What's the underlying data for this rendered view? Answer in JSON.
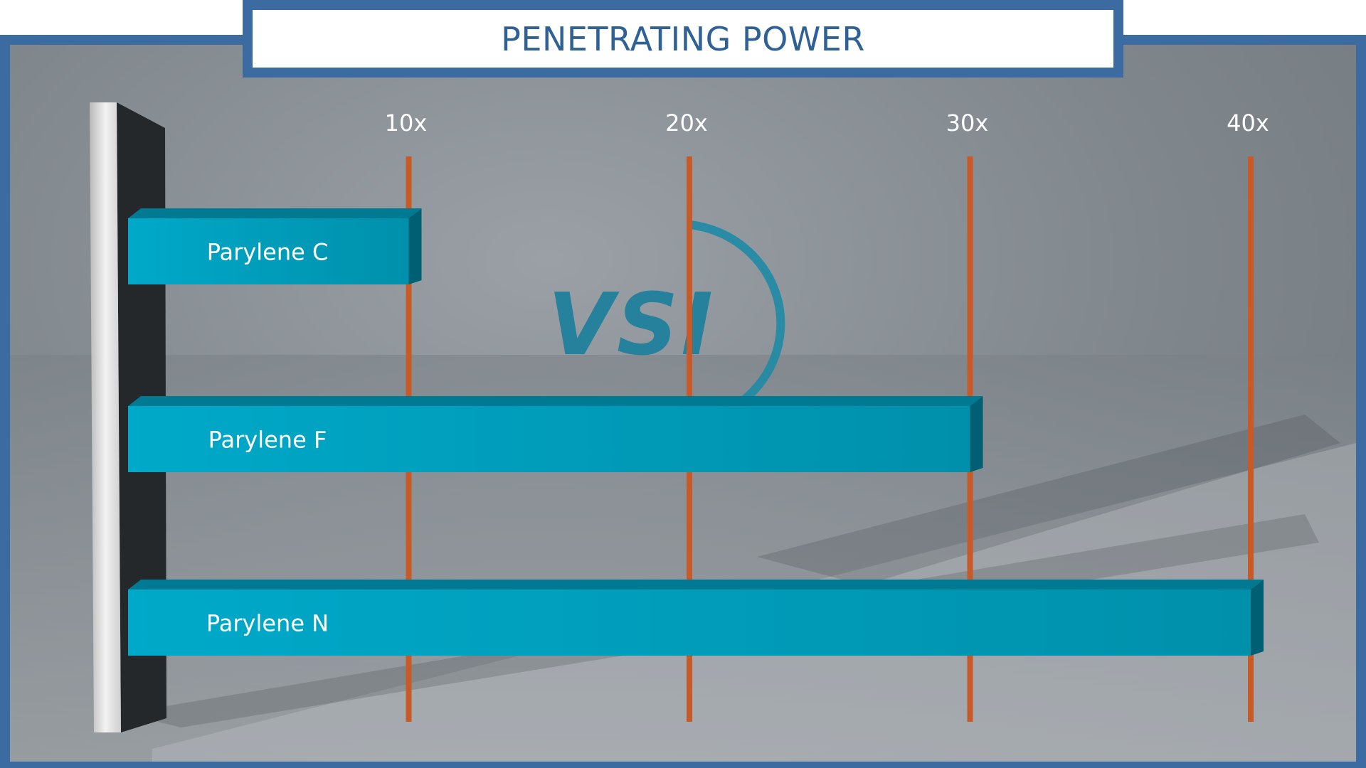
{
  "chart_data": {
    "type": "bar",
    "orientation": "horizontal",
    "title": "PENETRATING POWER",
    "categories": [
      "Parylene C",
      "Parylene F",
      "Parylene N"
    ],
    "values": [
      10,
      30,
      40
    ],
    "xlim": [
      0,
      40
    ],
    "x_ticks": [
      10,
      20,
      30,
      40
    ],
    "x_tick_labels": [
      "10x",
      "20x",
      "30x",
      "40x"
    ],
    "xlabel": "",
    "ylabel": "",
    "grid": true,
    "legend": "none"
  },
  "logo": {
    "text": "VSI"
  },
  "colors": {
    "frame": "#3b6ba1",
    "title_text": "#2f6196",
    "bar": "#00a4c4",
    "bar_top": "#007a93",
    "bar_end": "#005f73",
    "gridline": "#c85a28",
    "post_front": "#e6e6e6",
    "post_side": "#222426",
    "tick_label": "#ffffff"
  }
}
